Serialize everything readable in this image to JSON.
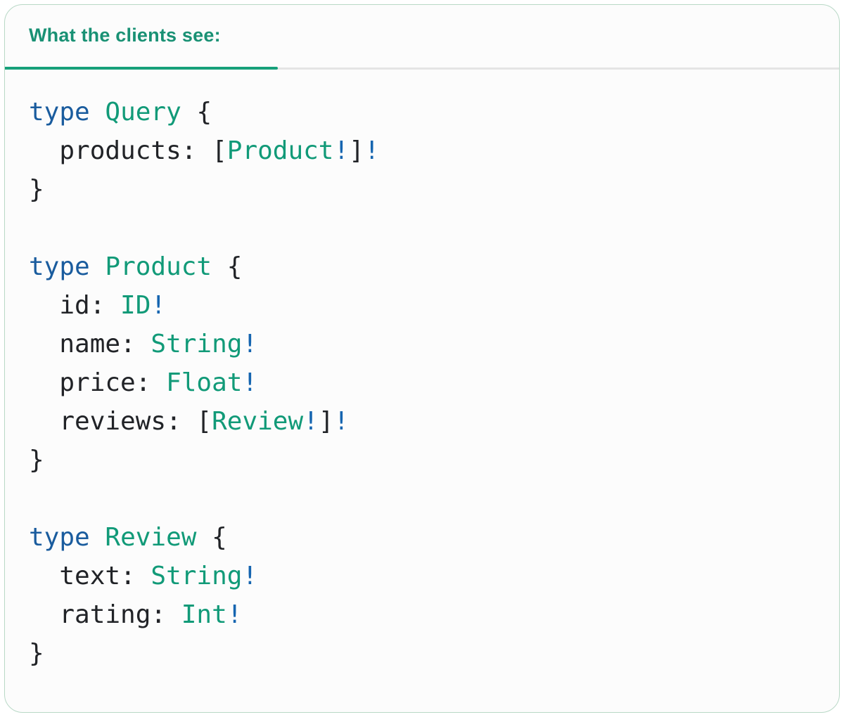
{
  "tab": {
    "label": "What the clients see:"
  },
  "colors": {
    "header_green": "#199174",
    "tab_indicator": "#16a07a",
    "divider_gray": "#e4e4e4",
    "panel_border": "#b8d8c6",
    "code_keyword_blue": "#1a5c9e",
    "code_type_teal": "#119a78",
    "code_bang_blue": "#1565b0",
    "code_plain": "#212327"
  },
  "code": {
    "language": "graphql",
    "plain_text": "type Query {\n  products: [Product!]!\n}\n\ntype Product {\n  id: ID!\n  name: String!\n  price: Float!\n  reviews: [Review!]!\n}\n\ntype Review {\n  text: String!\n  rating: Int!\n}",
    "lines": [
      [
        {
          "t": "type",
          "c": "keyword"
        },
        {
          "t": " ",
          "c": "plain"
        },
        {
          "t": "Query",
          "c": "type"
        },
        {
          "t": " {",
          "c": "plain"
        }
      ],
      [
        {
          "t": "  products: [",
          "c": "plain"
        },
        {
          "t": "Product",
          "c": "type"
        },
        {
          "t": "!",
          "c": "bang"
        },
        {
          "t": "]",
          "c": "plain"
        },
        {
          "t": "!",
          "c": "bang"
        }
      ],
      [
        {
          "t": "}",
          "c": "plain"
        }
      ],
      [],
      [
        {
          "t": "type",
          "c": "keyword"
        },
        {
          "t": " ",
          "c": "plain"
        },
        {
          "t": "Product",
          "c": "type"
        },
        {
          "t": " {",
          "c": "plain"
        }
      ],
      [
        {
          "t": "  id: ",
          "c": "plain"
        },
        {
          "t": "ID",
          "c": "type"
        },
        {
          "t": "!",
          "c": "bang"
        }
      ],
      [
        {
          "t": "  name: ",
          "c": "plain"
        },
        {
          "t": "String",
          "c": "type"
        },
        {
          "t": "!",
          "c": "bang"
        }
      ],
      [
        {
          "t": "  price: ",
          "c": "plain"
        },
        {
          "t": "Float",
          "c": "type"
        },
        {
          "t": "!",
          "c": "bang"
        }
      ],
      [
        {
          "t": "  reviews: [",
          "c": "plain"
        },
        {
          "t": "Review",
          "c": "type"
        },
        {
          "t": "!",
          "c": "bang"
        },
        {
          "t": "]",
          "c": "plain"
        },
        {
          "t": "!",
          "c": "bang"
        }
      ],
      [
        {
          "t": "}",
          "c": "plain"
        }
      ],
      [],
      [
        {
          "t": "type",
          "c": "keyword"
        },
        {
          "t": " ",
          "c": "plain"
        },
        {
          "t": "Review",
          "c": "type"
        },
        {
          "t": " {",
          "c": "plain"
        }
      ],
      [
        {
          "t": "  text: ",
          "c": "plain"
        },
        {
          "t": "String",
          "c": "type"
        },
        {
          "t": "!",
          "c": "bang"
        }
      ],
      [
        {
          "t": "  rating: ",
          "c": "plain"
        },
        {
          "t": "Int",
          "c": "type"
        },
        {
          "t": "!",
          "c": "bang"
        }
      ],
      [
        {
          "t": "}",
          "c": "plain"
        }
      ]
    ]
  }
}
